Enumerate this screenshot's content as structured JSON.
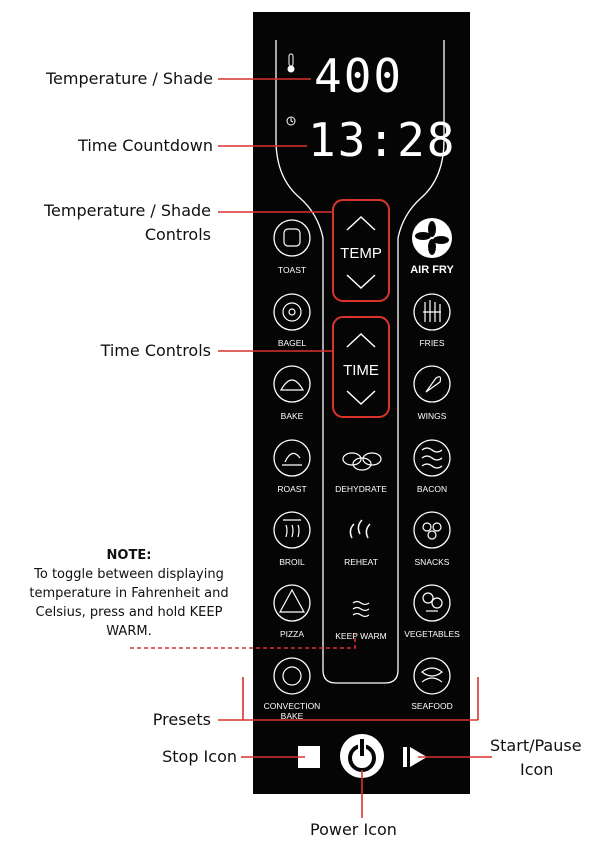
{
  "display": {
    "temperature": "400",
    "time": "13:28"
  },
  "controls": {
    "temp_label": "TEMP",
    "time_label": "TIME"
  },
  "presets_left": [
    "TOAST",
    "BAGEL",
    "BAKE",
    "ROAST",
    "BROIL",
    "PIZZA",
    "CONVECTION",
    "BAKE"
  ],
  "presets_right": [
    "AIR FRY",
    "FRIES",
    "WINGS",
    "BACON",
    "SNACKS",
    "VEGETABLES",
    "SEAFOOD"
  ],
  "center_functions": [
    "DEHYDRATE",
    "REHEAT",
    "KEEP WARM"
  ],
  "callouts": {
    "temperature_shade": "Temperature / Shade",
    "time_countdown": "Time Countdown",
    "temp_shade_controls_1": "Temperature / Shade",
    "temp_shade_controls_2": "Controls",
    "time_controls": "Time Controls",
    "presets": "Presets",
    "stop_icon": "Stop Icon",
    "start_pause_1": "Start/Pause",
    "start_pause_2": "Icon",
    "power_icon": "Power Icon"
  },
  "note": {
    "title": "NOTE:",
    "line1": "To toggle between displaying",
    "line2": "temperature in Fahrenheit and",
    "line3": "Celsius, press and hold KEEP",
    "line4": "WARM."
  },
  "colors": {
    "leader": "#d9332c",
    "panel": "#050505"
  }
}
